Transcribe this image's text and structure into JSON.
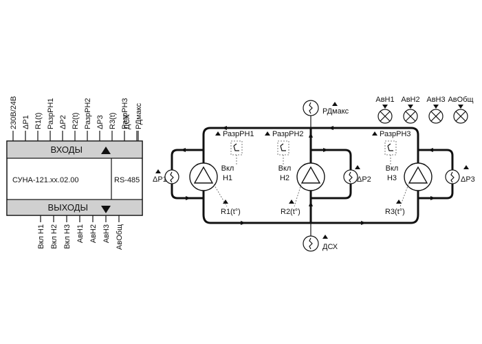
{
  "controller": {
    "inputs_label": "ВХОДЫ",
    "outputs_label": "ВЫХОДЫ",
    "model": "СУНА-121.хх.02.00",
    "interface": "RS-485",
    "input_pins": [
      "230В/24В",
      "ΔР1",
      "R1(t)",
      "РазрРН1",
      "ΔР2",
      "R2(t)",
      "РазрРН2",
      "ΔР3",
      "R3(t)",
      "РазрРН3",
      "ДСХ",
      "РДмакс"
    ],
    "output_pins": [
      "Вкл Н1",
      "Вкл Н2",
      "Вкл Н3",
      "АвН1",
      "АвН2",
      "АвН3",
      "АвОбщ"
    ]
  },
  "scheme": {
    "pressure_max": "РДмакс",
    "dry_run": "ДСХ",
    "alarms": [
      "АвН1",
      "АвН2",
      "АвН3",
      "АвОбщ"
    ],
    "pumps": [
      {
        "enable": "РазрРН1",
        "on_line1": "Вкл",
        "on_line2": "Н1",
        "sensor_dp": "ΔР1",
        "sensor_r": "R1(t°)"
      },
      {
        "enable": "РазрРН2",
        "on_line1": "Вкл",
        "on_line2": "Н2",
        "sensor_dp": "ΔР2",
        "sensor_r": "R2(t°)"
      },
      {
        "enable": "РазрРН3",
        "on_line1": "Вкл",
        "on_line2": "Н3",
        "sensor_dp": "ΔР3",
        "sensor_r": "R3(t°)"
      }
    ]
  }
}
